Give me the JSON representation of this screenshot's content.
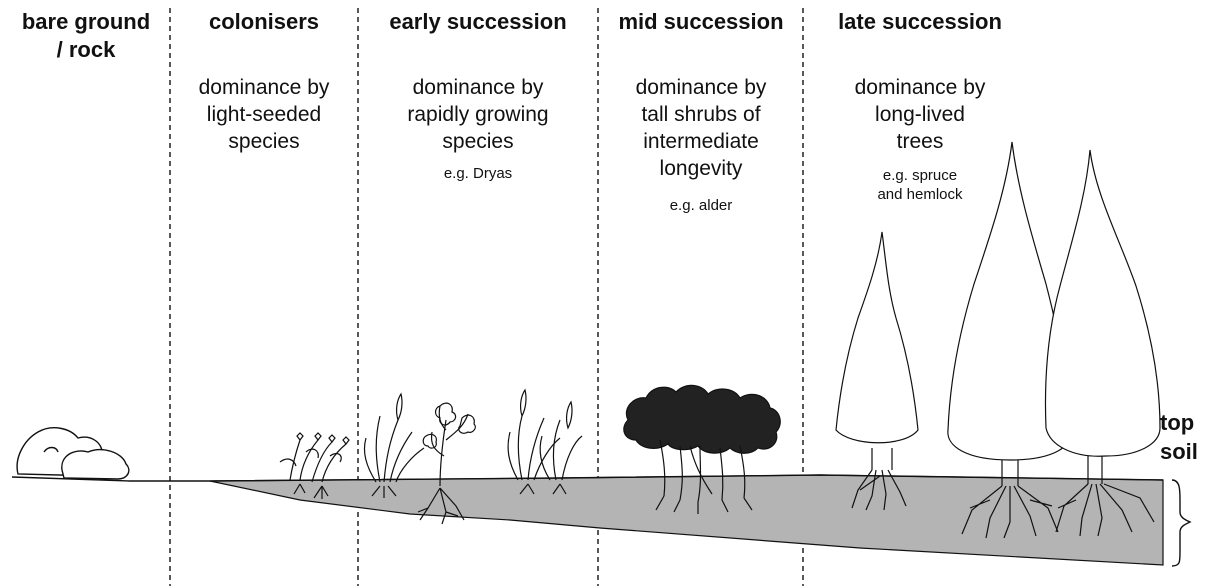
{
  "stages": [
    {
      "title": "bare ground\n/ rock",
      "description": "",
      "example": ""
    },
    {
      "title": "colonisers",
      "description": "dominance by\nlight-seeded\nspecies",
      "example": ""
    },
    {
      "title": "early succession",
      "description": "dominance by\nrapidly growing\nspecies",
      "example": "e.g. Dryas"
    },
    {
      "title": "mid succession",
      "description": "dominance by\ntall shrubs of\nintermediate\nlongevity",
      "example": "e.g. alder"
    },
    {
      "title": "late succession",
      "description": "dominance by\nlong-lived\ntrees",
      "example": "e.g. spruce\nand hemlock"
    }
  ],
  "soil_label": "top\nsoil",
  "colors": {
    "soil": "#b4b4b4",
    "ink": "#111111",
    "divider": "#222222"
  },
  "icons": [
    "rock-icon",
    "small-plant-icon",
    "grass-tuft-icon",
    "sapling-icon",
    "shrub-icon",
    "conifer-tree-icon",
    "brace-icon"
  ]
}
